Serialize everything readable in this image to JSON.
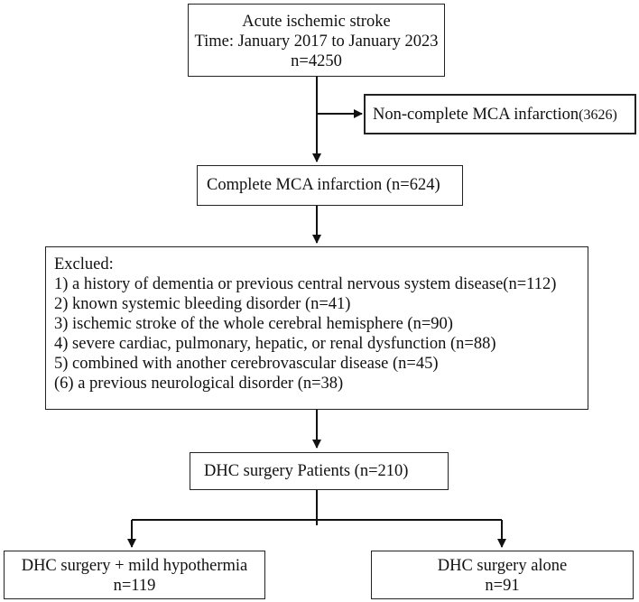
{
  "boxes": {
    "stroke": {
      "line1": "Acute ischemic stroke",
      "line2": "Time: January 2017 to January 2023",
      "line3": "n=4250"
    },
    "non_complete": {
      "label": "Non-complete MCA infarction",
      "count": "(3626)"
    },
    "complete": {
      "label": "Complete MCA infarction (n=624)"
    },
    "excluded": {
      "title": "Exclued:",
      "items": [
        "1) a history of dementia or previous central nervous system disease(n=112)",
        "2) known systemic bleeding disorder (n=41)",
        "3) ischemic stroke of the whole cerebral hemisphere (n=90)",
        "4) severe cardiac, pulmonary, hepatic, or renal dysfunction (n=88)",
        "5) combined with another cerebrovascular disease (n=45)",
        "(6) a previous neurological disorder (n=38)"
      ]
    },
    "dhc": {
      "label": "DHC surgery Patients (n=210)"
    },
    "hypothermia": {
      "line1": "DHC surgery + mild hypothermia",
      "line2": "n=119"
    },
    "alone": {
      "line1": "DHC surgery alone",
      "line2": "n=91"
    }
  }
}
